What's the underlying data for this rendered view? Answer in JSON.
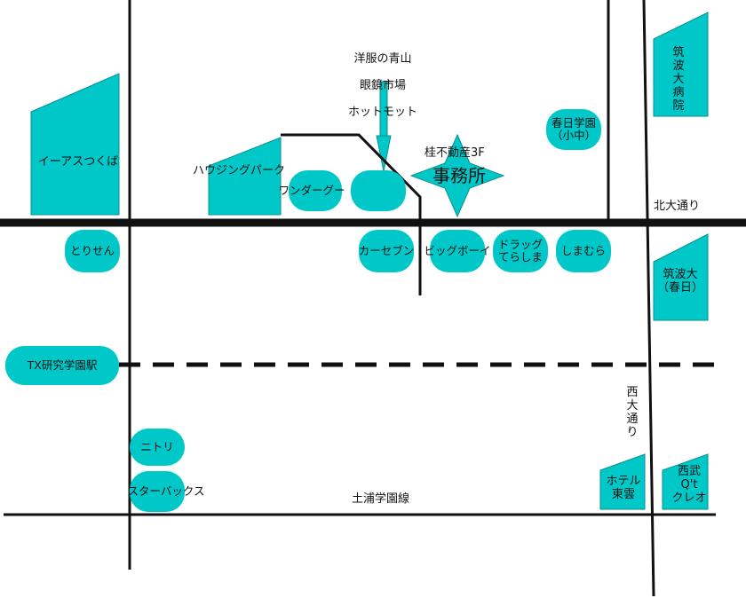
{
  "colors": {
    "teal": "#00C8C8",
    "teal_edge": "#0a8f8f",
    "road": "#111111"
  },
  "roads": {
    "north_avenue": "北大通り",
    "west_avenue": "西大通り",
    "tsuchiura_gakuen_line": "土浦学園線"
  },
  "office": {
    "company": "桂不動産3F",
    "label": "事務所",
    "pointer_labels": [
      "洋服の青山",
      "眼鏡市場",
      "ホットモット"
    ]
  },
  "places": {
    "eeas": "イーアスつくば",
    "housing_park": "ハウジングパーク",
    "wonder_goo": "ワンダーグー",
    "kasuga_school": "春日学園\n（小中）",
    "hospital": "筑波大病院",
    "torisen": "とりせん",
    "seven_eleven": "カーセブン",
    "big_boy": "ビッグボーイ",
    "drug_terashima": "ドラッグ\nてらしま",
    "shimamura": "しまむら",
    "univ_kasuga": "筑波大\n（春日）",
    "tx_station": "TX研究学園駅",
    "nitori": "ニトリ",
    "starbucks": "スターバックス",
    "hotel": "ホテル\n東雲",
    "seibu_qt": "西武\nQ't\nクレオ"
  }
}
